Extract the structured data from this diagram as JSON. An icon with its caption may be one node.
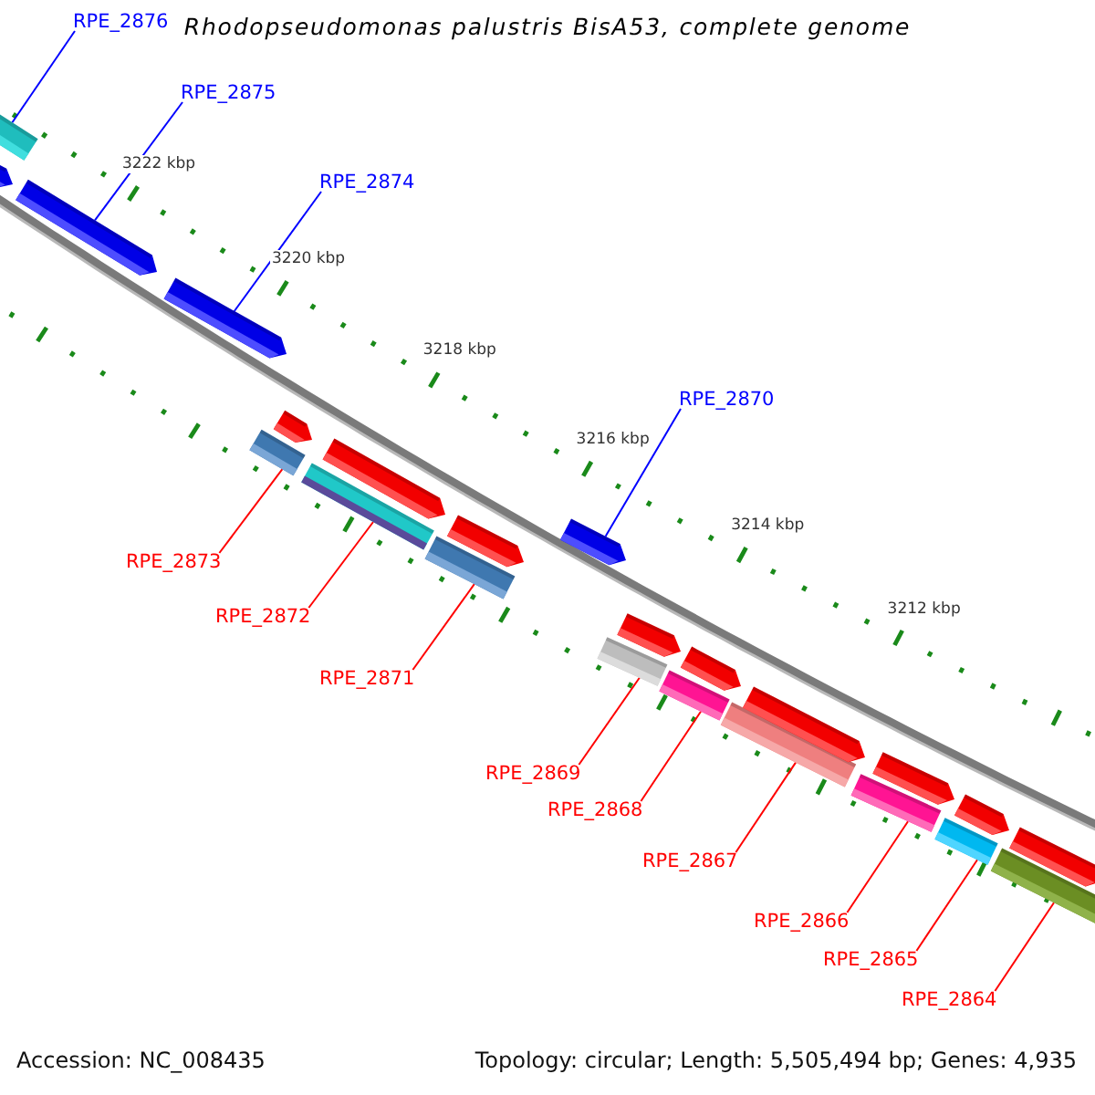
{
  "diagram": {
    "title": "Rhodopseudomonas palustris BisA53, complete genome",
    "nodes": [
      {
        "text": [
          "RPE_2876"
        ]
      },
      {
        "text": [],
        "shape": "bar"
      },
      {
        "text": [
          "RPE_2875"
        ]
      },
      {
        "text": [],
        "shape": "pentagon"
      },
      {
        "text": [
          "RPE_2874"
        ]
      },
      {
        "text": [],
        "shape": "pentagon"
      },
      {
        "text": [
          "RPE_2870"
        ]
      },
      {
        "text": [],
        "shape": "pentagon"
      },
      {
        "text": [
          "RPE_2873"
        ]
      },
      {
        "text": [],
        "shape": "bar"
      },
      {
        "text": [
          "RPE_2872"
        ]
      },
      {
        "text": [],
        "shape": "bar"
      },
      {
        "text": [
          "RPE_2871"
        ]
      },
      {
        "text": [],
        "shape": "bar"
      },
      {
        "text": [
          "RPE_2869"
        ]
      },
      {
        "text": [],
        "shape": "bar"
      },
      {
        "text": [
          "RPE_2868"
        ]
      },
      {
        "text": [],
        "shape": "bar"
      },
      {
        "text": [
          "RPE_2867"
        ]
      },
      {
        "text": [],
        "shape": "bar"
      },
      {
        "text": [
          "RPE_2866"
        ]
      },
      {
        "text": [],
        "shape": "bar"
      },
      {
        "text": [
          "RPE_2865"
        ]
      },
      {
        "text": [],
        "shape": "bar"
      },
      {
        "text": [
          "RPE_2864"
        ]
      },
      {
        "text": [],
        "shape": "bar"
      },
      {
        "text": [],
        "shape": "pentagon"
      },
      {
        "text": [],
        "shape": "pentagon"
      },
      {
        "text": [],
        "shape": "pentagon"
      },
      {
        "text": [],
        "shape": "pentagon"
      },
      {
        "text": [],
        "shape": "pentagon"
      },
      {
        "text": [],
        "shape": "pentagon"
      },
      {
        "text": [],
        "shape": "pentagon"
      },
      {
        "text": [],
        "shape": "pentagon"
      },
      {
        "text": [],
        "shape": "pentagon"
      },
      {
        "text": [],
        "shape": "pentagon"
      }
    ],
    "edges": [
      {
        "from": 0,
        "to": 1,
        "arrow": "none",
        "color": "#0000ff"
      },
      {
        "from": 2,
        "to": 3,
        "arrow": "none",
        "color": "#0000ff"
      },
      {
        "from": 4,
        "to": 5,
        "arrow": "none",
        "color": "#0000ff"
      },
      {
        "from": 6,
        "to": 7,
        "arrow": "none",
        "color": "#0000ff"
      },
      {
        "from": 8,
        "to": 9,
        "arrow": "none"
      },
      {
        "from": 10,
        "to": 11,
        "arrow": "none"
      },
      {
        "from": 12,
        "to": 13,
        "arrow": "none"
      },
      {
        "from": 14,
        "to": 15,
        "arrow": "none"
      },
      {
        "from": 16,
        "to": 17,
        "arrow": "none"
      },
      {
        "from": 18,
        "to": 19,
        "arrow": "none"
      },
      {
        "from": 20,
        "to": 21,
        "arrow": "none"
      },
      {
        "from": 22,
        "to": 23,
        "arrow": "none"
      },
      {
        "from": 24,
        "to": 25,
        "arrow": "none"
      }
    ],
    "labels": [
      "3222 kbp",
      "3220 kbp",
      "3218 kbp",
      "3216 kbp",
      "3214 kbp",
      "3212 kbp",
      "Accession: NC_008435",
      "Topology: circular; Length: 5,505,494 bp; Genes: 4,935"
    ]
  }
}
